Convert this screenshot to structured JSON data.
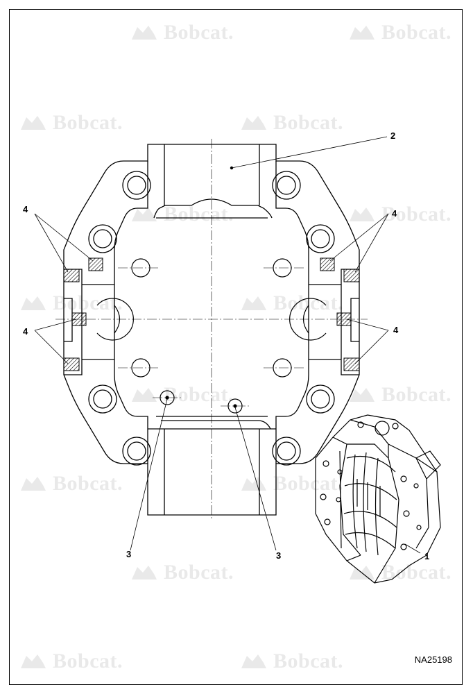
{
  "figure": {
    "code": "NA25198",
    "watermark_text": "Bobcat.",
    "callouts": {
      "one": "1",
      "two": "2",
      "three_left": "3",
      "three_right": "3",
      "four_upper_left": "4",
      "four_lower_left": "4",
      "four_upper_right": "4",
      "four_lower_right": "4"
    },
    "colors": {
      "line": "#000000",
      "watermark": "#e9e9e9",
      "hatch": "#000000"
    }
  }
}
